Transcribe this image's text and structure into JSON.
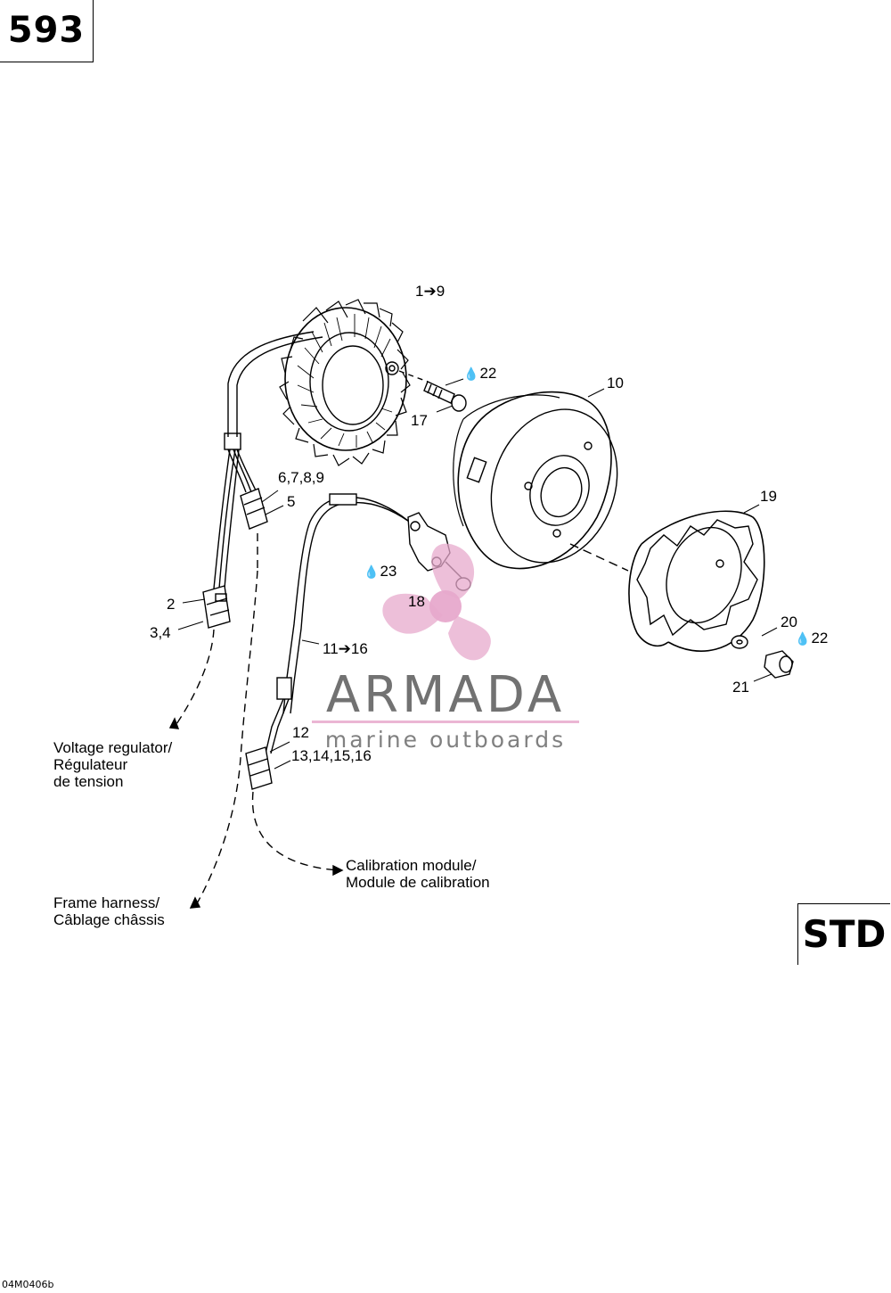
{
  "page_number": "593",
  "variant_badge": "STD",
  "reference_code": "04M0406b",
  "callouts": {
    "stator": "1",
    "stator_range_end": "9",
    "screw_17": "17",
    "screw_17_torque": "22",
    "rotor": "10",
    "connector_harness_upper": "6,7,8,9",
    "connector_harness_upper_b": "5",
    "sensor_torque": "23",
    "sensor_screw": "18",
    "coupler": "19",
    "washer": "20",
    "bolt_torque": "22",
    "bolt": "21",
    "regulator_connector_a": "2",
    "regulator_connector_b": "3,4",
    "harness_lower": "11",
    "harness_lower_end": "16",
    "calibration_connector_a": "12",
    "calibration_connector_b": "13,14,15,16"
  },
  "notes": {
    "voltage_regulator": [
      "Voltage regulator/",
      "Régulateur",
      "de tension"
    ],
    "frame_harness": [
      "Frame harness/",
      "Câblage châssis"
    ],
    "calibration_module": [
      "Calibration module/",
      "Module de calibration"
    ]
  },
  "watermark": {
    "brand": "ARMADA",
    "tagline": "marine outboards",
    "accent_color": "#e7a9cc"
  },
  "icons": {
    "arrow": "right-arrow-icon",
    "torque": "oil-drop-icon"
  }
}
